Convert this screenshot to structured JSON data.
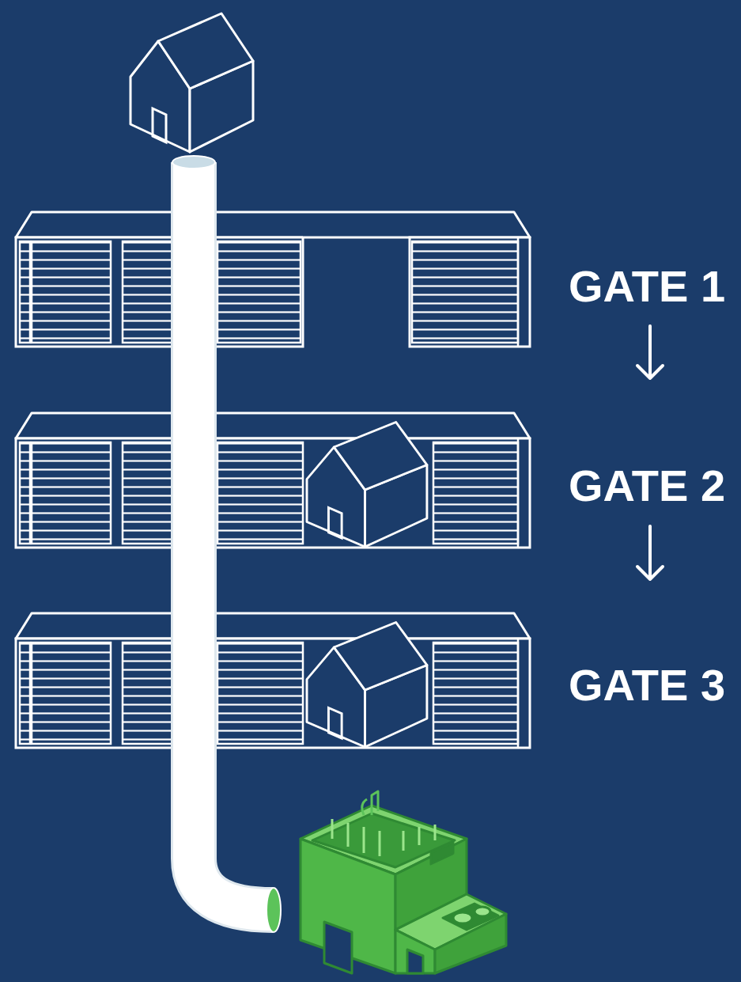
{
  "diagram": {
    "labels": [
      "GATE 1",
      "GATE 2",
      "GATE 3"
    ]
  }
}
